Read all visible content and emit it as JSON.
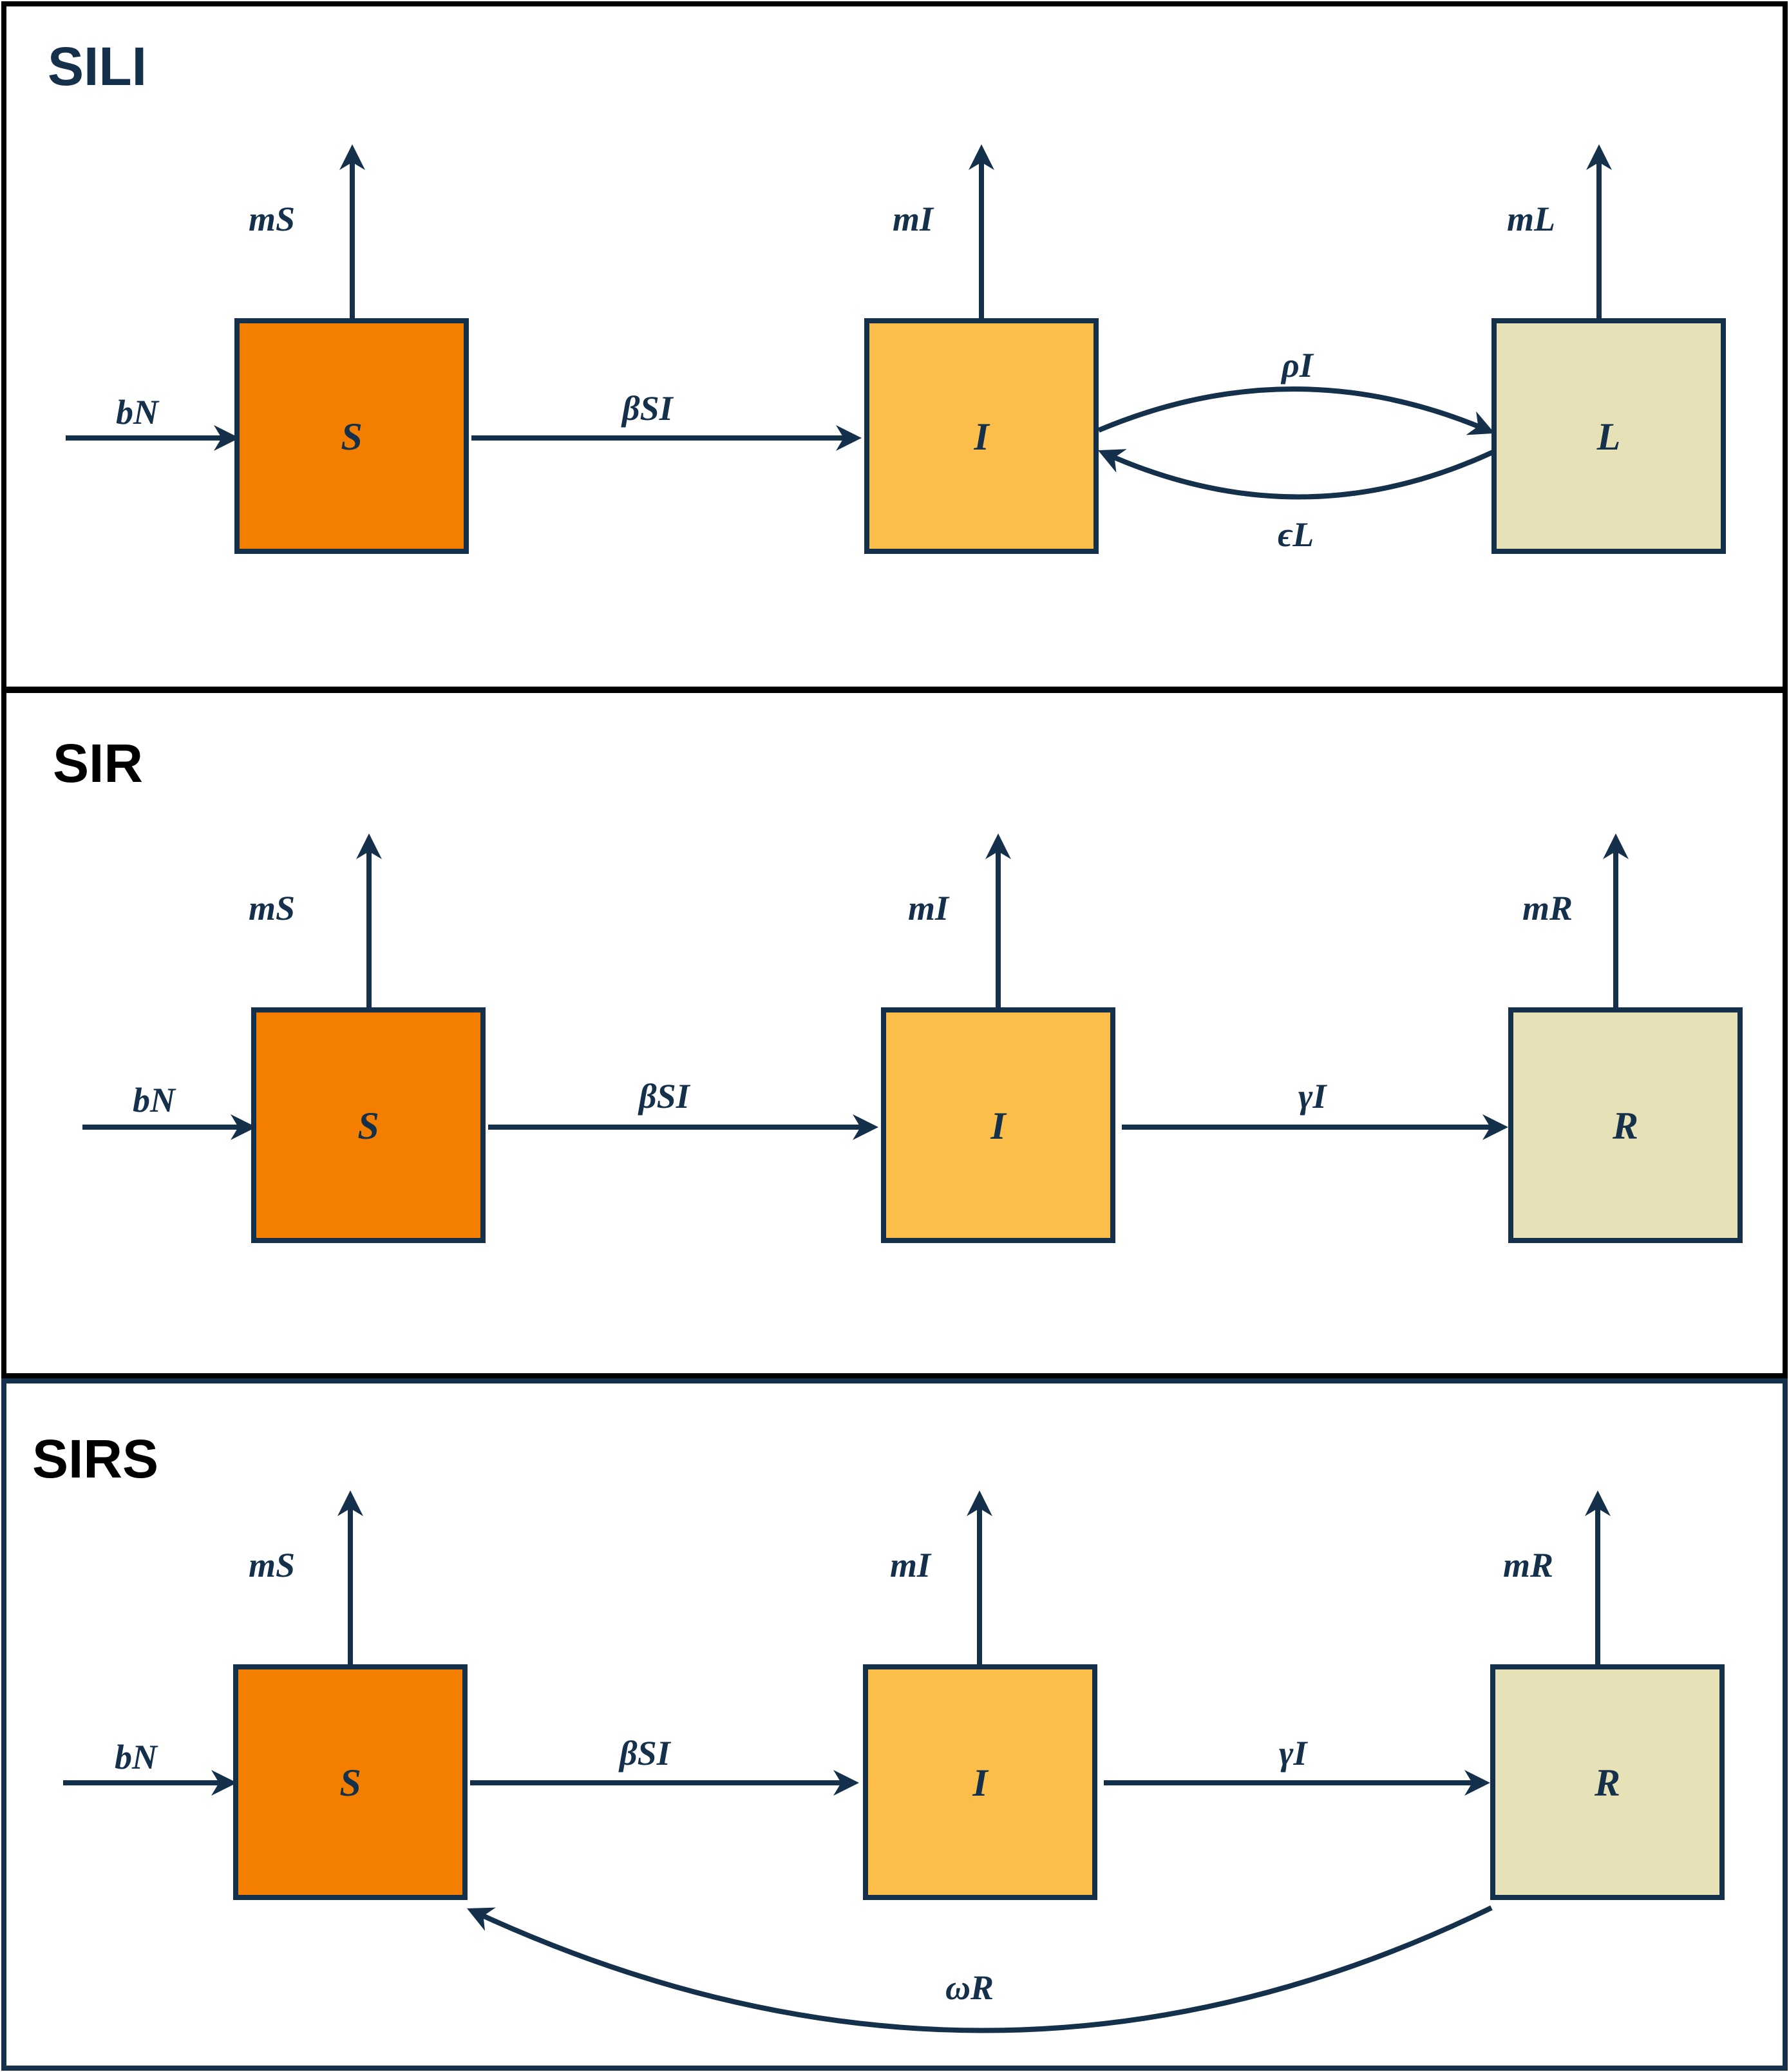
{
  "colors": {
    "ink": "#15304a",
    "susceptible": "#f47e00",
    "infected": "#fbbe4b",
    "third_state": "#e7e1b8",
    "sirs_title": "#000000",
    "sir_title": "#000000",
    "sili_title": "#15304a"
  },
  "panels": [
    {
      "id": "sili",
      "title": "SILI",
      "boxes": [
        {
          "id": "s",
          "label": "S",
          "fill": "susceptible"
        },
        {
          "id": "i",
          "label": "I",
          "fill": "infected"
        },
        {
          "id": "l",
          "label": "L",
          "fill": "third_state"
        }
      ],
      "flows": {
        "birth": "bN",
        "mortality": [
          "mS",
          "mI",
          "mL"
        ],
        "infection": "βSI",
        "forward": "ρI",
        "backward": "ϵL"
      }
    },
    {
      "id": "sir",
      "title": "SIR",
      "boxes": [
        {
          "id": "s",
          "label": "S",
          "fill": "susceptible"
        },
        {
          "id": "i",
          "label": "I",
          "fill": "infected"
        },
        {
          "id": "r",
          "label": "R",
          "fill": "third_state"
        }
      ],
      "flows": {
        "birth": "bN",
        "mortality": [
          "mS",
          "mI",
          "mR"
        ],
        "infection": "βSI",
        "recovery": "γI"
      }
    },
    {
      "id": "sirs",
      "title": "SIRS",
      "boxes": [
        {
          "id": "s",
          "label": "S",
          "fill": "susceptible"
        },
        {
          "id": "i",
          "label": "I",
          "fill": "infected"
        },
        {
          "id": "r",
          "label": "R",
          "fill": "third_state"
        }
      ],
      "flows": {
        "birth": "bN",
        "mortality": [
          "mS",
          "mI",
          "mR"
        ],
        "infection": "βSI",
        "recovery": "γI",
        "waning": "ωR"
      }
    }
  ]
}
